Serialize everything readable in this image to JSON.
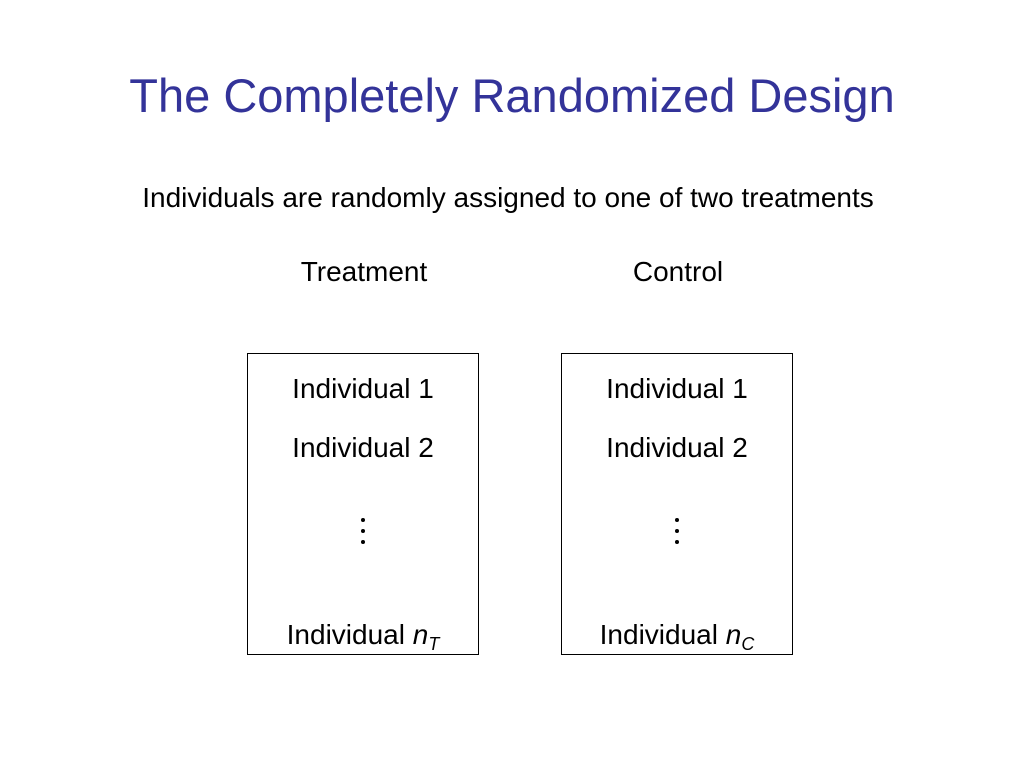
{
  "title": "The Completely Randomized Design",
  "subtitle": "Individuals are randomly assigned to one of two treatments",
  "colors": {
    "title": "#333399",
    "text": "#000000",
    "background": "#ffffff"
  },
  "groups": [
    {
      "label": "Treatment",
      "members": [
        "Individual 1",
        "Individual 2"
      ],
      "ellipsis_icon": "vertical-ellipsis",
      "last_prefix": "Individual",
      "last_var": "n",
      "last_sub": "T"
    },
    {
      "label": "Control",
      "members": [
        "Individual 1",
        "Individual 2"
      ],
      "ellipsis_icon": "vertical-ellipsis",
      "last_prefix": "Individual",
      "last_var": "n",
      "last_sub": "C"
    }
  ]
}
